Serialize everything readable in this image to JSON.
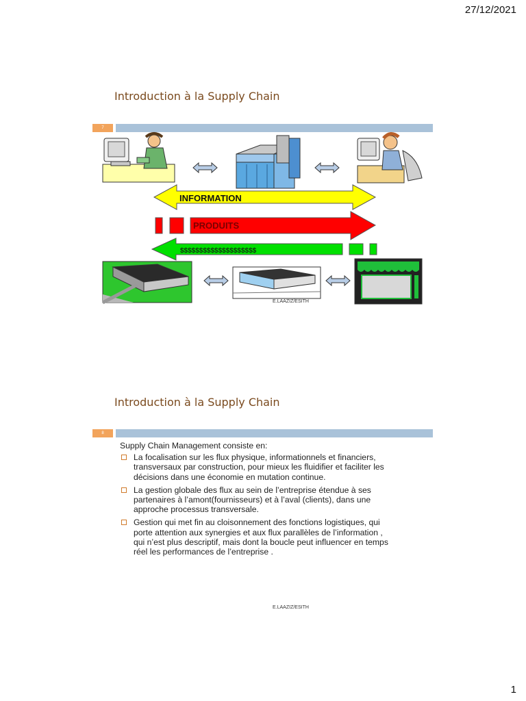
{
  "header": {
    "date": "27/12/2021"
  },
  "footer": {
    "page_number": "1"
  },
  "slide1": {
    "title": "Introduction à la Supply Chain",
    "slide_number": "7",
    "arrow_information": "INFORMATION",
    "arrow_produits": "PRODUITS",
    "arrow_money": "$$$$$$$$$$$$$$$$$$$$",
    "credit": "E.LAAZIZ/ESITH"
  },
  "slide2": {
    "title": "Introduction à la Supply Chain",
    "slide_number": "8",
    "lead": "Supply Chain Management consiste en:",
    "bullets": [
      "La focalisation sur les flux physique, informationnels et financiers, transversaux par construction, pour mieux les fluidifier et faciliter les décisions dans une économie en mutation continue.",
      "La gestion globale des flux au sein de l’entreprise étendue à ses partenaires à l’amont(fournisseurs) et à l’aval (clients), dans une approche processus transversale.",
      "Gestion qui met fin au cloisonnement des fonctions logistiques, qui porte attention aux synergies et aux flux parallèles de l’information , qui n’est plus descriptif, mais dont la boucle peut influencer en temps réel les performances de l’entreprise ."
    ],
    "credit": "E.LAAZIZ/ESITH"
  },
  "colors": {
    "title": "#7a4a1e",
    "band_bar": "#a9c2d9",
    "band_number": "#f2a45c",
    "information_arrow": "#ffff00",
    "produits_arrow": "#ff0000",
    "money_arrow": "#00e000"
  }
}
